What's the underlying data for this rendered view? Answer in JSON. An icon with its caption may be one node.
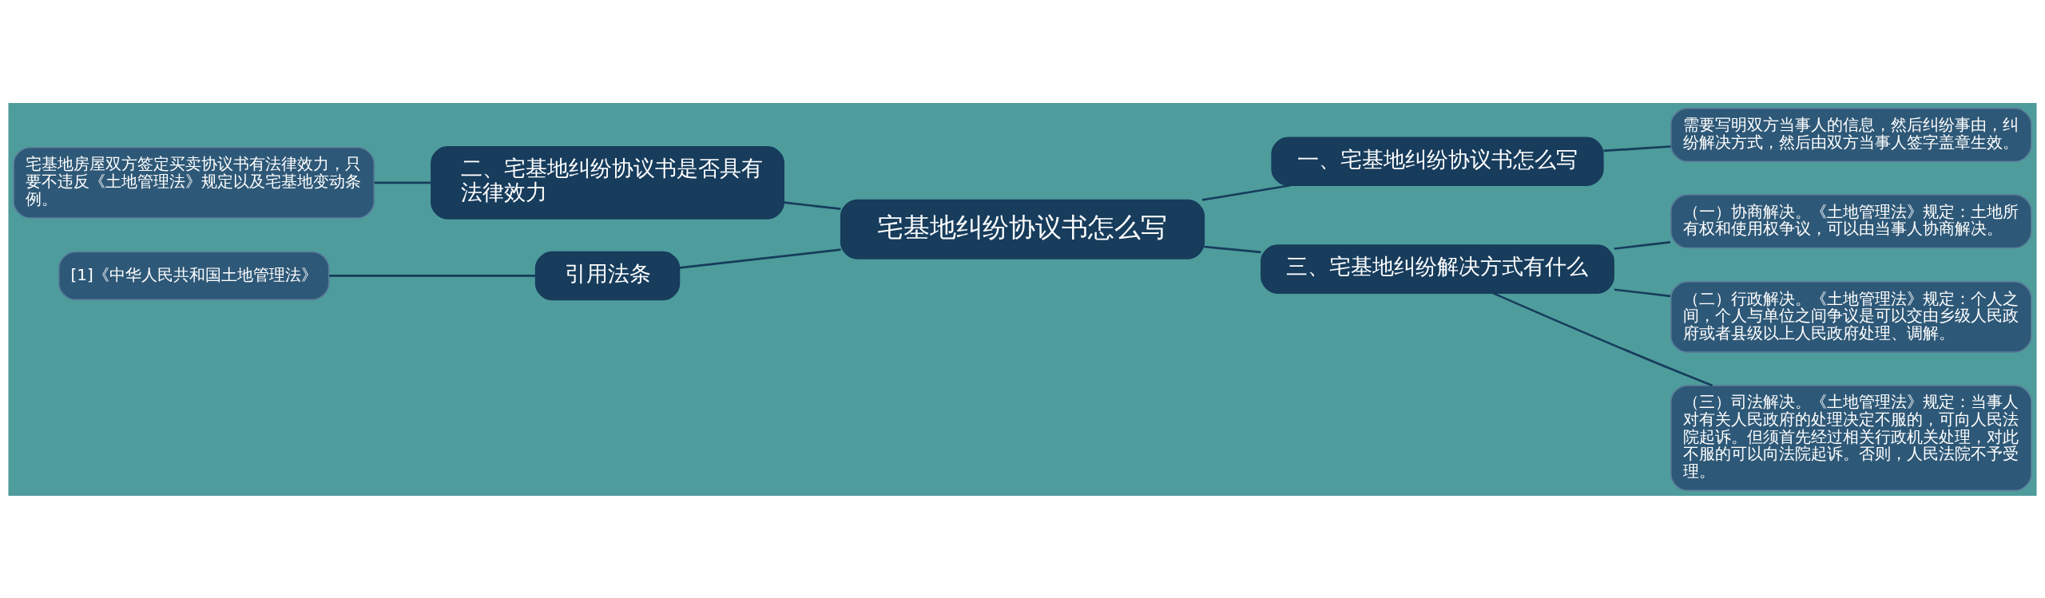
{
  "diagram": {
    "nodes": [
      {
        "text": [
          "宅基地纠纷协议书怎么写"
        ]
      },
      {
        "text": [
          "一、宅基地纠纷协议书怎么写"
        ]
      },
      {
        "text": [
          "需要写明双方当事人的信息，然后纠纷事由，纠纷解决方式，然后由双方当事人签字盖章生效。"
        ]
      },
      {
        "text": [
          "二、宅基地纠纷协议书是否具有法律效力"
        ]
      },
      {
        "text": [
          "宅基地房屋双方签定买卖协议书有法律效力，只要不违反《土地管理法》规定以及宅基地变动条例。"
        ]
      },
      {
        "text": [
          "引用法条"
        ]
      },
      {
        "text": [
          "[1]《中华人民共和国土地管理法》"
        ]
      },
      {
        "text": [
          "三、宅基地纠纷解决方式有什么"
        ]
      },
      {
        "text": [
          "（一）协商解决。《土地管理法》规定：土地所有权和使用权争议，可以由当事人协商解决。"
        ]
      },
      {
        "text": [
          "（二）行政解决。《土地管理法》规定：个人之间，个人与单位之间争议是可以交由乡级人民政府或者县级以上人民政府处理、调解。"
        ]
      },
      {
        "text": [
          "（三）司法解决。《土地管理法》规定：当事人对有关人民政府的处理决定不服的，可向人民法院起诉。但须首先经过相关行政机关处理，对此不服的可以向法院起诉。否则，人民法院不予受理。"
        ]
      }
    ],
    "edges": [
      {
        "from": 0,
        "to": 1,
        "arrow": "none"
      },
      {
        "from": 1,
        "to": 2,
        "arrow": "none"
      },
      {
        "from": 0,
        "to": 3,
        "arrow": "none"
      },
      {
        "from": 3,
        "to": 4,
        "arrow": "none"
      },
      {
        "from": 0,
        "to": 5,
        "arrow": "none"
      },
      {
        "from": 5,
        "to": 6,
        "arrow": "none"
      },
      {
        "from": 0,
        "to": 7,
        "arrow": "none"
      },
      {
        "from": 7,
        "to": 8,
        "arrow": "none"
      },
      {
        "from": 7,
        "to": 9,
        "arrow": "none"
      },
      {
        "from": 7,
        "to": 10,
        "arrow": "none"
      }
    ]
  }
}
